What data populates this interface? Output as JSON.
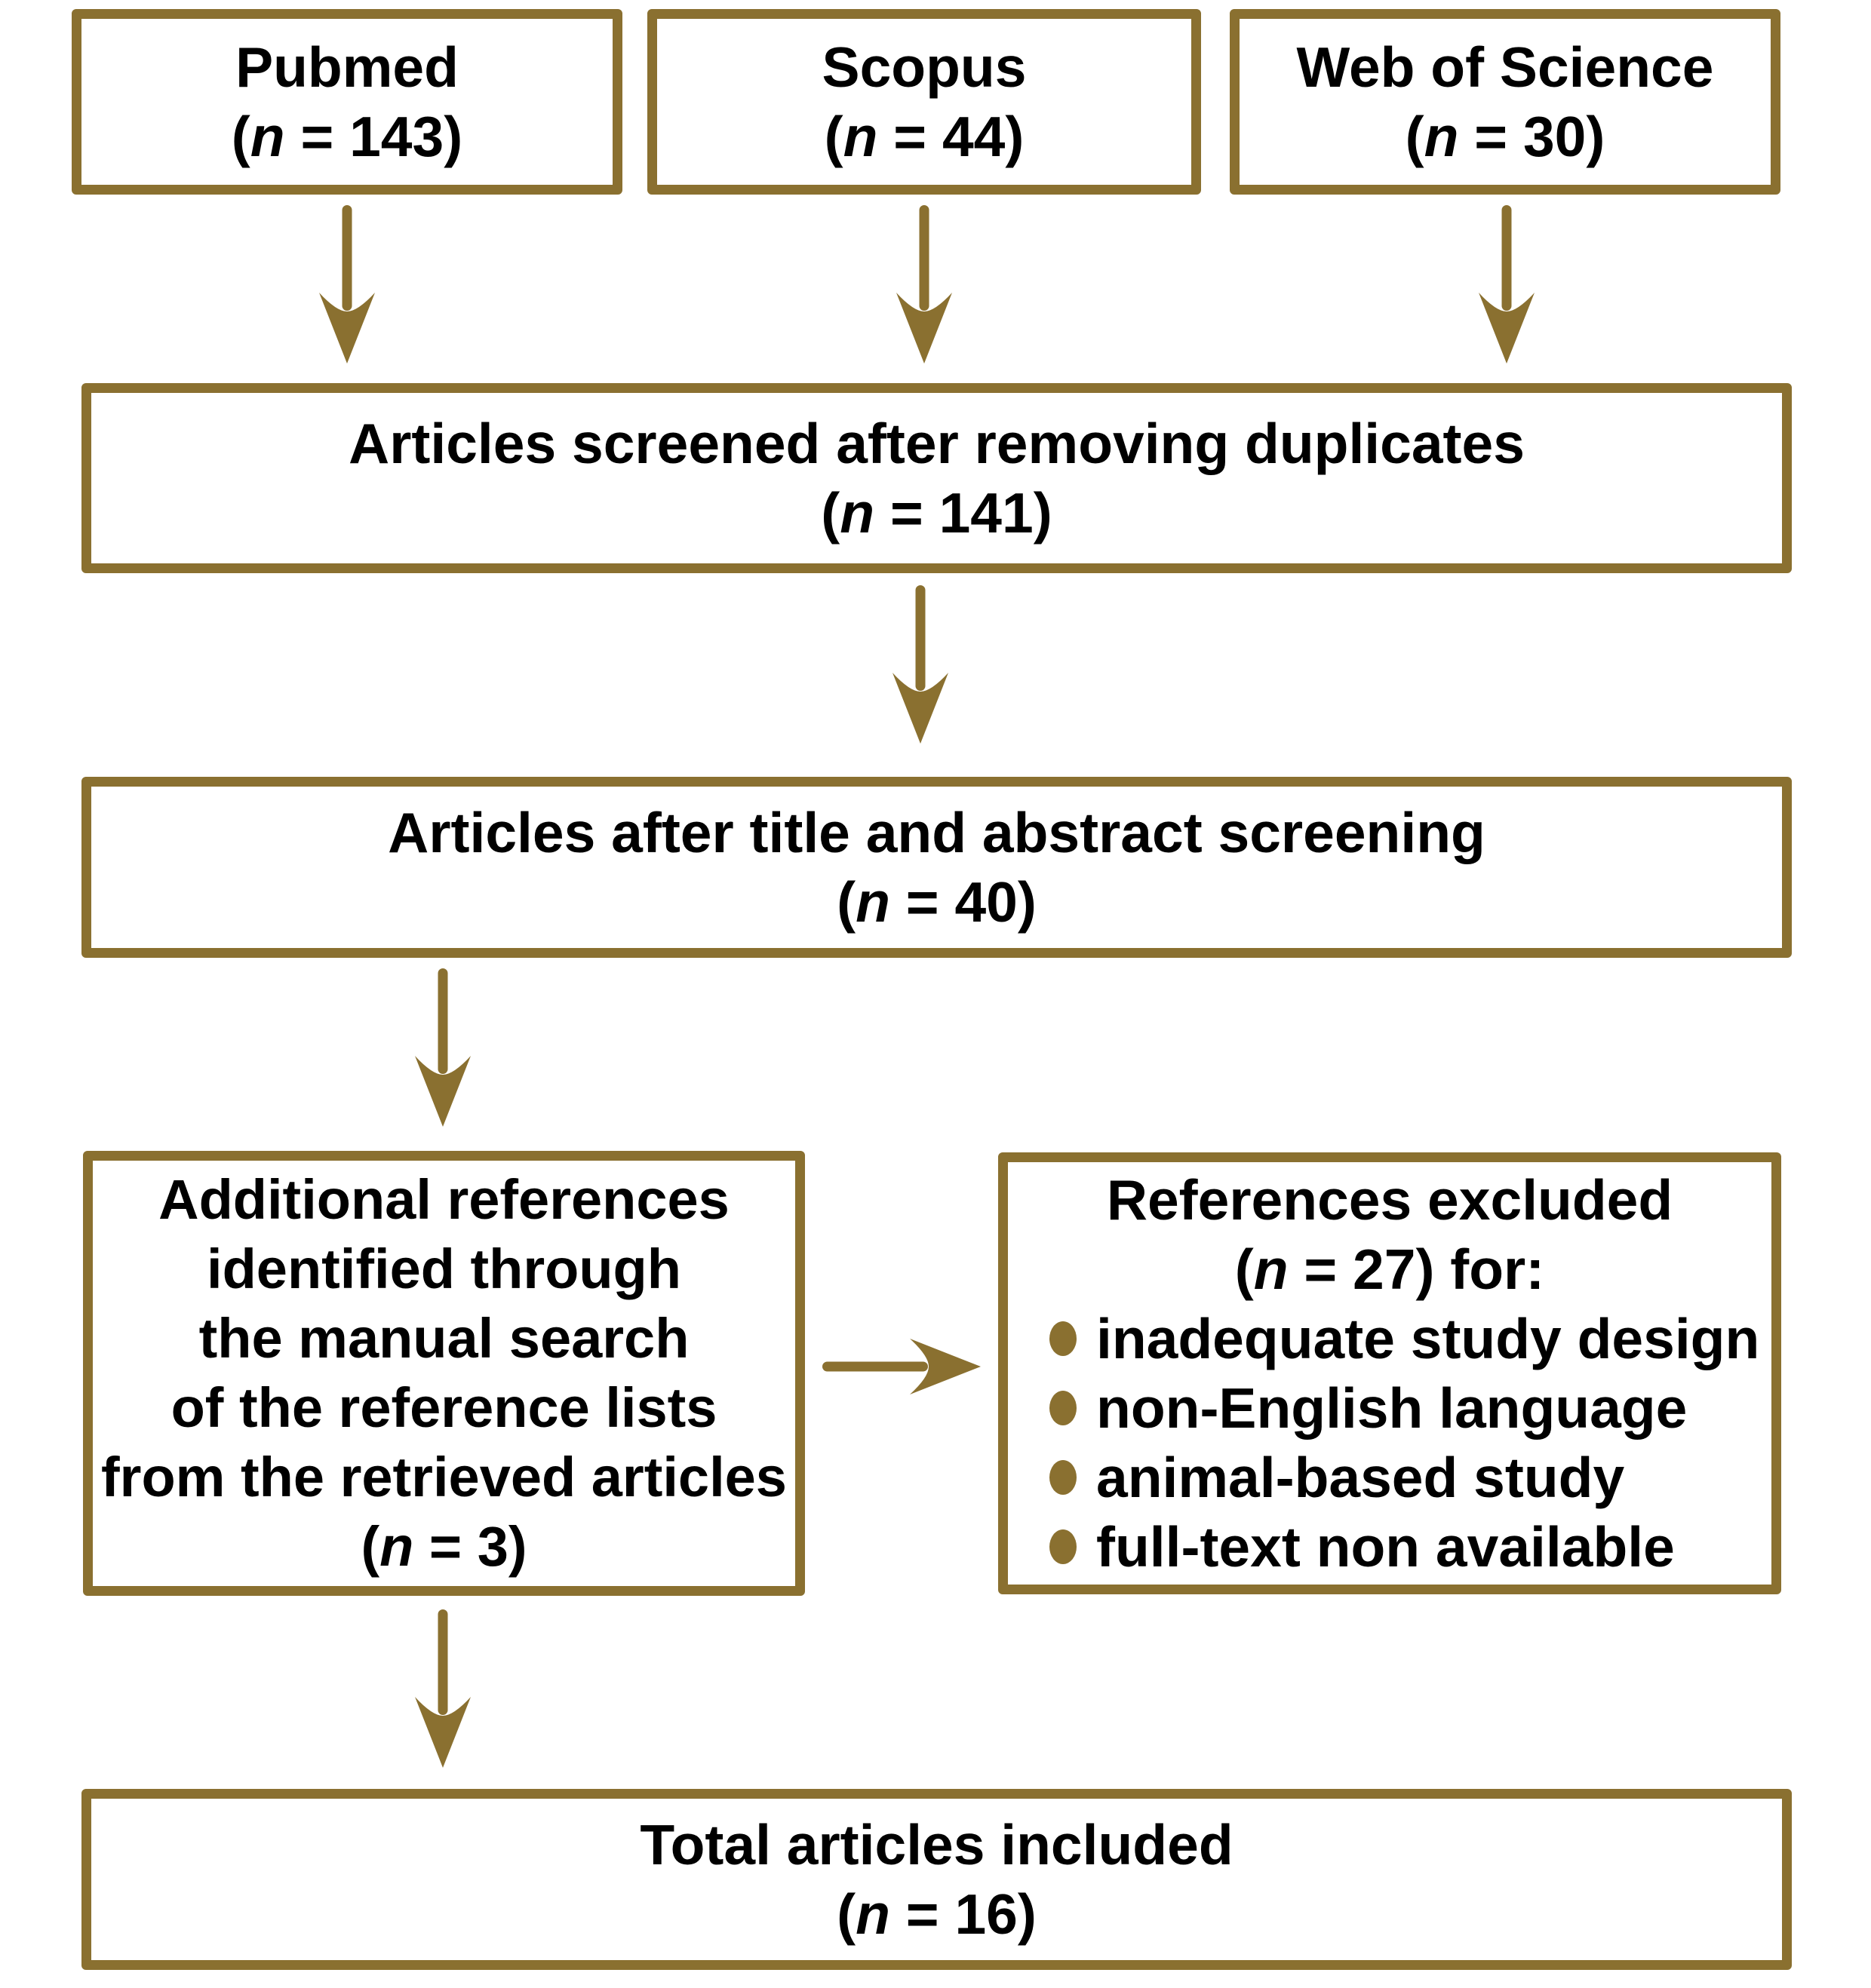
{
  "accent_color": "#8a7030",
  "text_color": "#000000",
  "sources": [
    {
      "label": "Pubmed",
      "n": "143"
    },
    {
      "label": "Scopus",
      "n": "44"
    },
    {
      "label": "Web of Science",
      "n": "30"
    }
  ],
  "screened": {
    "label": "Articles screened after removing duplicates",
    "n": "141"
  },
  "title_abstract_screening": {
    "label": "Articles after title and abstract screening",
    "n": "40"
  },
  "manual_search": {
    "lines": [
      "Additional references",
      "identified through",
      "the manual search",
      "of the reference lists",
      "from the retrieved articles"
    ],
    "n": "3"
  },
  "excluded": {
    "title": "References excluded",
    "n": "27",
    "n_suffix": " for:",
    "reasons": [
      "inadequate study design",
      "non-English language",
      "animal-based study",
      "full-text non available"
    ]
  },
  "total": {
    "label": "Total articles included",
    "n": "16"
  }
}
